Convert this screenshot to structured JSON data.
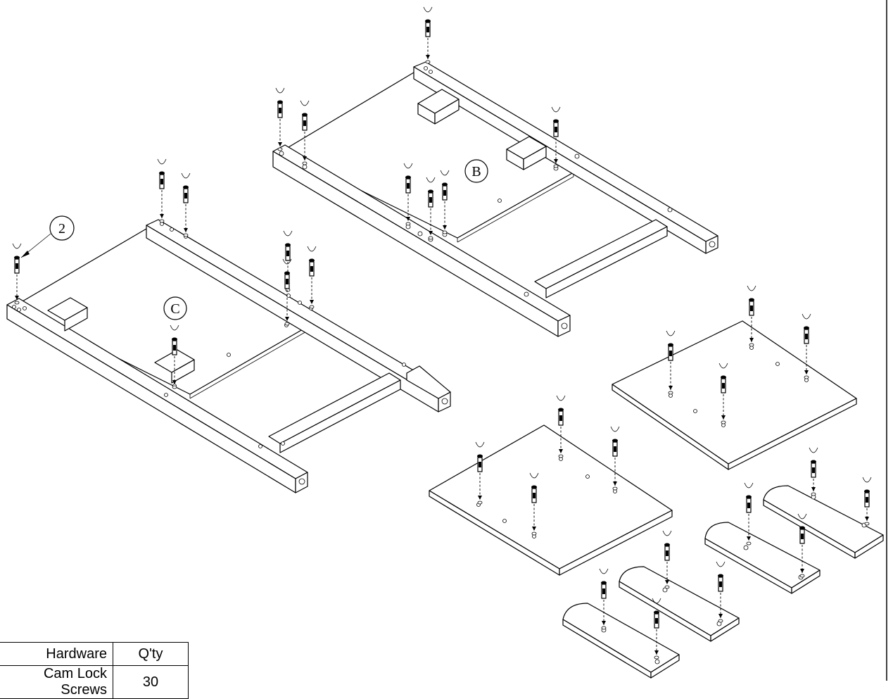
{
  "callouts": {
    "part_b": "B",
    "part_c": "C",
    "hardware_ref": "2"
  },
  "hardware_table": {
    "header_item": "Hardware",
    "header_qty": "Q'ty",
    "rows": [
      {
        "item": "Cam Lock Screws",
        "qty": "30"
      }
    ]
  }
}
